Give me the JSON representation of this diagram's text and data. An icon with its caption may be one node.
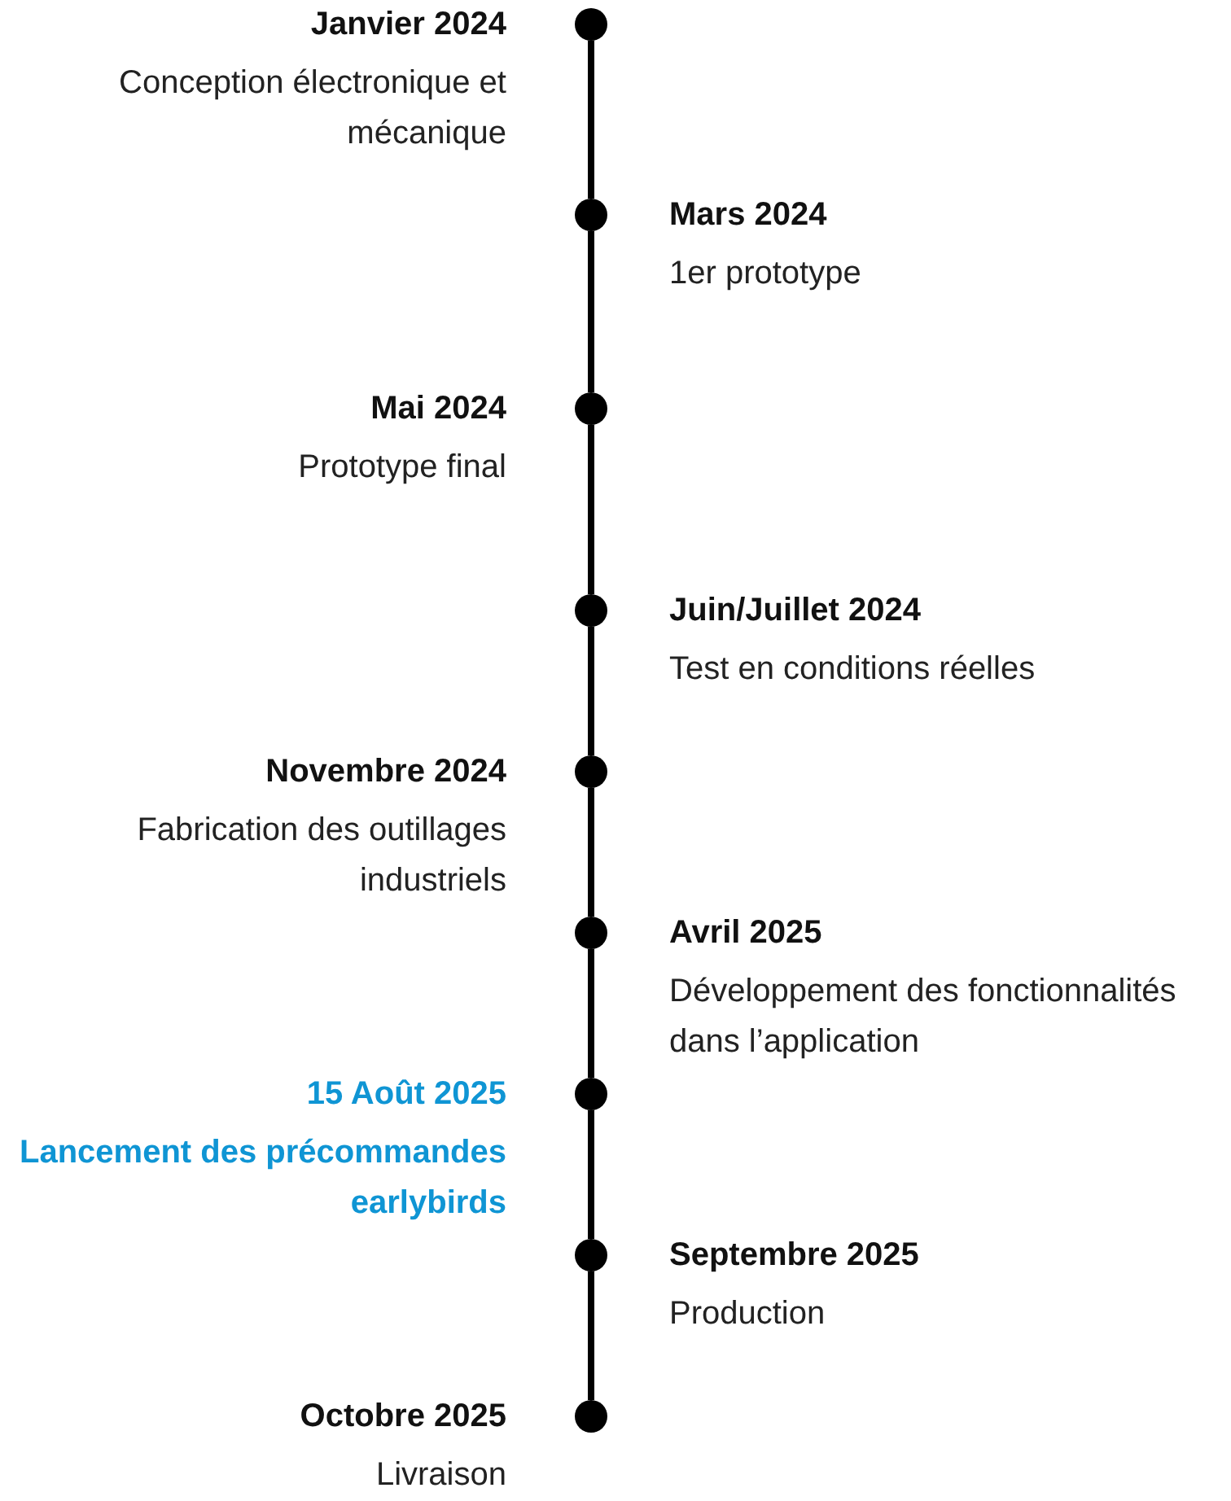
{
  "diagram": {
    "nodes": [
      {
        "text": [],
        "shape": "circle",
        "beside": [
          "Janvier 2024",
          "Conception électronique et mécanique"
        ]
      },
      {
        "text": [],
        "shape": "circle",
        "beside": [
          "Mars 2024",
          "1er prototype"
        ]
      },
      {
        "text": [],
        "shape": "circle",
        "beside": [
          "Mai 2024",
          "Prototype final"
        ]
      },
      {
        "text": [],
        "shape": "circle",
        "beside": [
          "Juin/Juillet 2024",
          "Test en conditions réelles"
        ]
      },
      {
        "text": [],
        "shape": "circle",
        "beside": [
          "Novembre 2024",
          "Fabrication des outillages industriels"
        ]
      },
      {
        "text": [],
        "shape": "circle",
        "beside": [
          "Avril 2025",
          "Développement des fonctionnalités dans l’application"
        ]
      },
      {
        "text": [],
        "shape": "circle",
        "beside": [
          "15 Août 2025",
          "Lancement des précommandes earlybirds"
        ]
      },
      {
        "text": [],
        "shape": "circle",
        "beside": [
          "Septembre 2025",
          "Production"
        ]
      },
      {
        "text": [],
        "shape": "circle",
        "beside": [
          "Octobre 2025",
          "Livraison"
        ]
      }
    ],
    "edges": [
      {
        "from": 0,
        "to": 1,
        "arrow": "none"
      },
      {
        "from": 1,
        "to": 2,
        "arrow": "none"
      },
      {
        "from": 2,
        "to": 3,
        "arrow": "none"
      },
      {
        "from": 3,
        "to": 4,
        "arrow": "none"
      },
      {
        "from": 4,
        "to": 5,
        "arrow": "none"
      },
      {
        "from": 5,
        "to": 6,
        "arrow": "none"
      },
      {
        "from": 6,
        "to": 7,
        "arrow": "none"
      },
      {
        "from": 7,
        "to": 8,
        "arrow": "none"
      }
    ]
  }
}
